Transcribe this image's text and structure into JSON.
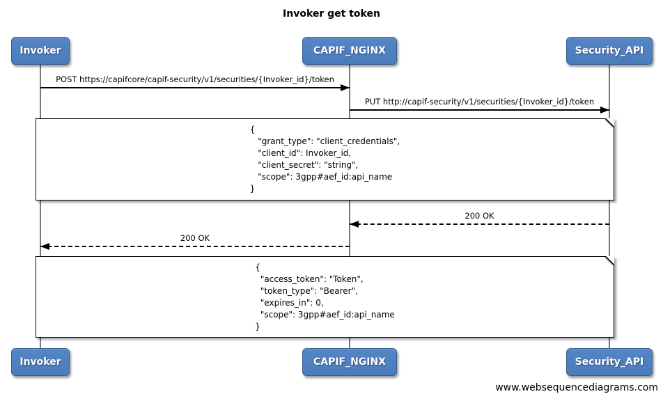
{
  "title": "Invoker get token",
  "actors": {
    "invoker": {
      "label": "Invoker"
    },
    "capif": {
      "label": "CAPIF_NGINX"
    },
    "security": {
      "label": "Security_API"
    }
  },
  "messages": [
    {
      "label": "POST https://capifcore/capif-security/v1/securities/{Invoker_id}/token",
      "from": "Invoker",
      "to": "CAPIF_NGINX",
      "line": "solid",
      "direction": "right"
    },
    {
      "label": "PUT http://capif-security/v1/securities/{Invoker_id}/token",
      "from": "CAPIF_NGINX",
      "to": "Security_API",
      "line": "solid",
      "direction": "right"
    },
    {
      "label": "200 OK",
      "from": "Security_API",
      "to": "CAPIF_NGINX",
      "line": "dashed",
      "direction": "left"
    },
    {
      "label": "200 OK",
      "from": "CAPIF_NGINX",
      "to": "Invoker",
      "line": "dashed",
      "direction": "left"
    }
  ],
  "notes": [
    {
      "text": "{\n   \"grant_type\": \"client_credentials\",\n   \"client_id\": Invoker_id,\n   \"client_secret\": \"string\",\n   \"scope\": 3gpp#aef_id:api_name\n}"
    },
    {
      "text": "{\n  \"access_token\": \"Token\",\n  \"token_type\": \"Bearer\",\n  \"expires_in\": 0,\n  \"scope\": 3gpp#aef_id:api_name\n}"
    }
  ],
  "watermark": "www.websequencediagrams.com",
  "colors": {
    "actor_fill": "#4c7fc0",
    "actor_border": "#35608f",
    "actor_text": "#ffffff",
    "lifeline": "#787878",
    "note_fill": "#ffffff",
    "note_border": "#000000",
    "message_color": "#000000",
    "background": "#ffffff"
  }
}
